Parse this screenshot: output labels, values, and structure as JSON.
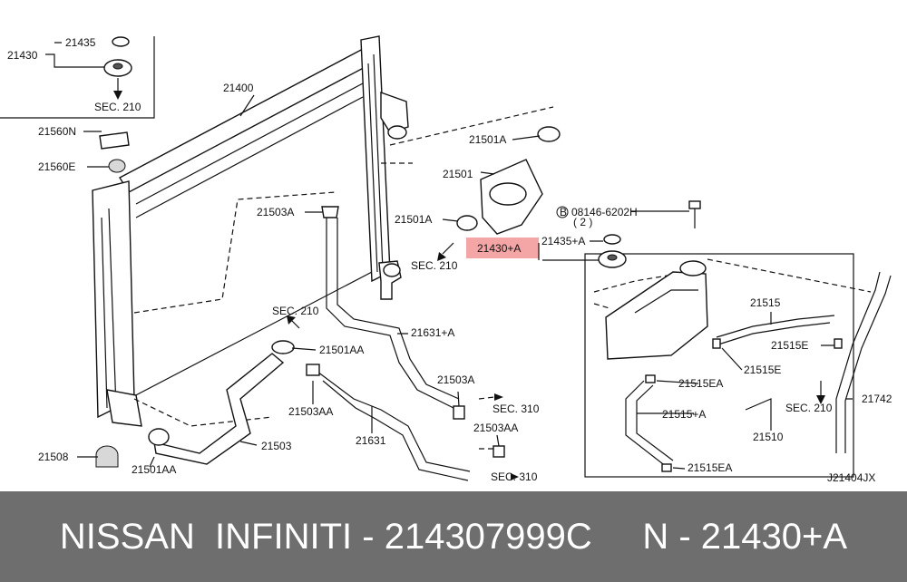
{
  "diagram": {
    "labels": {
      "l21430": "21430",
      "l21435": "21435",
      "lsec1": "SEC. 210",
      "l21400": "21400",
      "l21560n": "21560N",
      "l21560e": "21560E",
      "l21503a_1": "21503A",
      "l21501a_top": "21501A",
      "l21501": "21501",
      "l21501a": "21501A",
      "lsec2": "SEC. 210",
      "lbolt": "08146-6202H",
      "lbolt_qty": "( 2 )",
      "lbolt_b": "B",
      "l21435a": "21435+A",
      "l21430a": "21430+A",
      "l21515": "21515",
      "l21515e_1": "21515E",
      "l21515e_2": "21515E",
      "lsec3": "SEC. 210",
      "l21501aa_1": "21501AA",
      "l21631a": "21631+A",
      "l21503a_2": "21503A",
      "lsec4": "SEC. 310",
      "l21503aa_1": "21503AA",
      "l21631": "21631",
      "l21503aa_2": "21503AA",
      "lsec5": "SEC. 310",
      "l21503": "21503",
      "l21508": "21508",
      "l21501aa_2": "21501AA",
      "l21515ea_1": "21515EA",
      "l21515a": "21515+A",
      "l21510": "21510",
      "l21515ea_2": "21515EA",
      "lsec6": "SEC. 210",
      "l21742": "21742",
      "lref": "J21404JX"
    },
    "highlight_color": "#f4a6a6"
  },
  "footer": {
    "text": "NISSAN  INFINITI - 214307999C     N - 21430+A"
  }
}
